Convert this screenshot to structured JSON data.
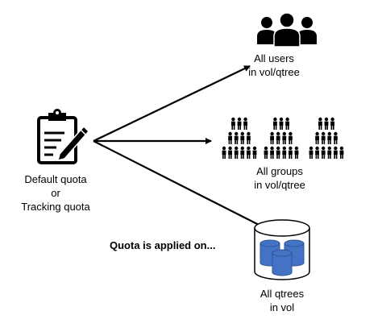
{
  "diagram": {
    "source": {
      "icon": "clipboard-pen-icon",
      "label_lines": [
        "Default quota",
        "or",
        "Tracking quota"
      ]
    },
    "targets": [
      {
        "id": "users",
        "icon": "users-group-icon",
        "label_lines": [
          "All users",
          "in vol/qtree"
        ]
      },
      {
        "id": "groups",
        "icon": "people-groups-icon",
        "label_lines": [
          "All groups",
          "in vol/qtree"
        ]
      },
      {
        "id": "qtrees",
        "icon": "database-cylinders-icon",
        "label_lines": [
          "All qtrees",
          "in vol"
        ]
      }
    ],
    "caption": "Quota is applied on...",
    "colors": {
      "line": "#000000",
      "cylinder_fill": "#4472c4",
      "cylinder_stroke": "#2f5597"
    }
  }
}
